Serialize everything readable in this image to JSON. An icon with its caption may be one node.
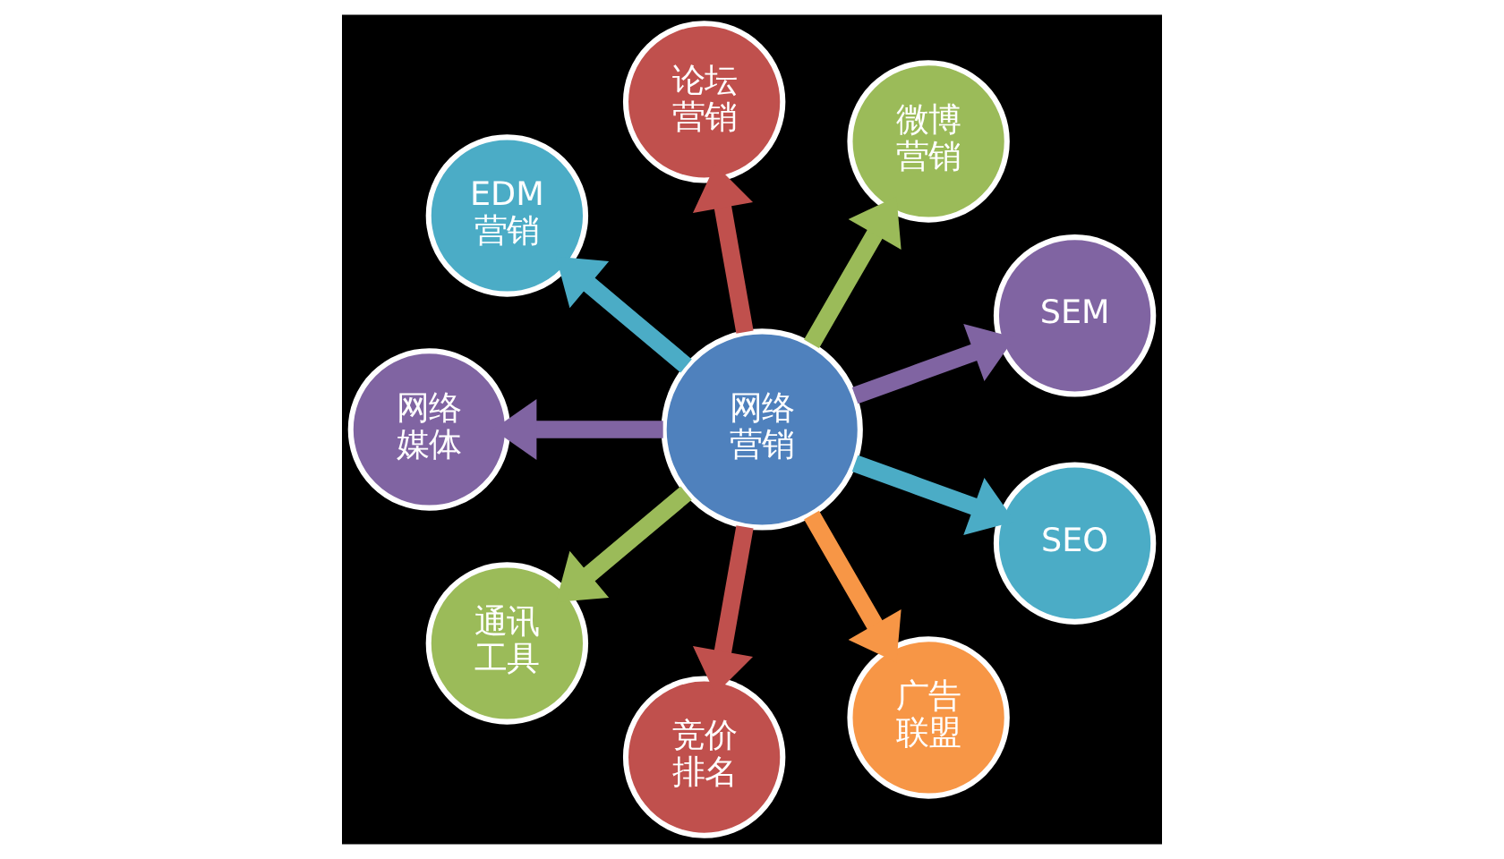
{
  "diagram": {
    "nodes": [
      {
        "text": [
          "网络营销"
        ]
      },
      {
        "text": [
          "论坛营销"
        ]
      },
      {
        "text": [
          "微博营销"
        ]
      },
      {
        "text": [
          "SEM"
        ]
      },
      {
        "text": [
          "SEO"
        ]
      },
      {
        "text": [
          "广告联盟"
        ]
      },
      {
        "text": [
          "竞价排名"
        ]
      },
      {
        "text": [
          "通讯工具"
        ]
      },
      {
        "text": [
          "网络媒体"
        ]
      },
      {
        "text": [
          "EDM营销"
        ]
      }
    ],
    "edges": [
      {
        "from": 0,
        "to": 1,
        "arrow": "to",
        "color": "#c0504d"
      },
      {
        "from": 0,
        "to": 2,
        "arrow": "to",
        "color": "#9bbb59"
      },
      {
        "from": 0,
        "to": 3,
        "arrow": "to",
        "color": "#8064a2"
      },
      {
        "from": 0,
        "to": 4,
        "arrow": "to",
        "color": "#4bacc6"
      },
      {
        "from": 0,
        "to": 5,
        "arrow": "to",
        "color": "#f79646"
      },
      {
        "from": 0,
        "to": 6,
        "arrow": "to",
        "color": "#c0504d"
      },
      {
        "from": 0,
        "to": 7,
        "arrow": "to",
        "color": "#9bbb59"
      },
      {
        "from": 0,
        "to": 8,
        "arrow": "to",
        "color": "#8064a2"
      },
      {
        "from": 0,
        "to": 9,
        "arrow": "to",
        "color": "#4bacc6"
      }
    ]
  }
}
